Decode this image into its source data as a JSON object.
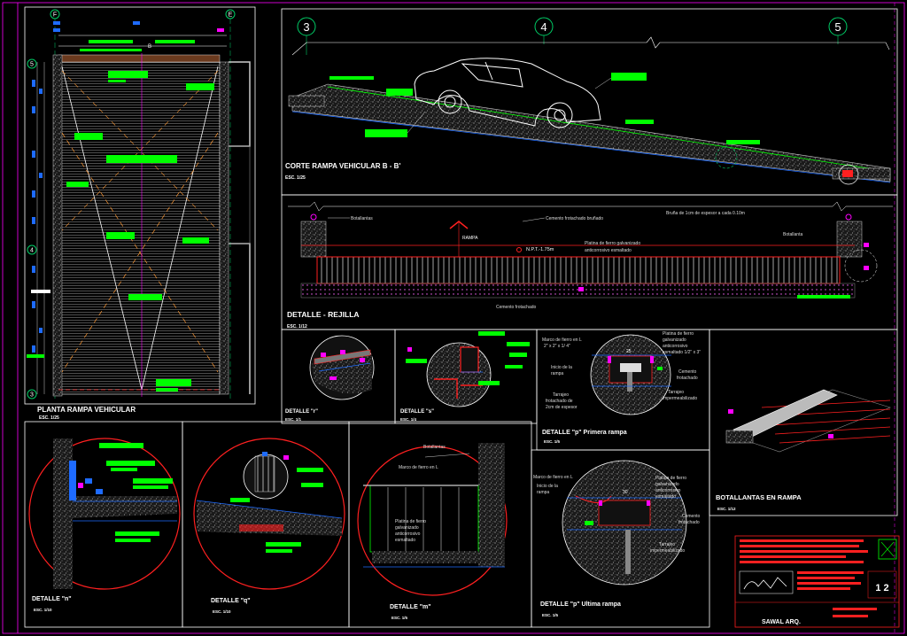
{
  "titles": {
    "planta": "PLANTA RAMPA VEHICULAR",
    "corte": "CORTE RAMPA VEHICULAR B - B'",
    "rejilla": "DETALLE - REJILLA",
    "det_r": "DETALLE \"r\"",
    "det_s": "DETALLE \"s\"",
    "det_p1": "DETALLE \"p\" Primera rampa",
    "det_n": "DETALLE \"n\"",
    "det_q": "DETALLE \"q\"",
    "det_m": "DETALLE \"m\"",
    "det_p2": "DETALLE \"p\" Ultima rampa",
    "botallantas": "BOTALLANTAS EN RAMPA"
  },
  "scales": {
    "planta": "ESC. 1/25",
    "corte": "ESC. 1/25",
    "rejilla": "ESC. 1/12",
    "det_r": "ESC. 1/1",
    "det_s": "ESC. 1/4",
    "det_p1": "ESC. 1/5",
    "det_n": "ESC. 1/10",
    "det_q": "ESC. 1/10",
    "det_m": "ESC. 1/5",
    "det_p2": "ESC. 1/5",
    "botallantas": "ESC. 1/12"
  },
  "axes": {
    "c3": "3",
    "c4": "4",
    "c5": "5",
    "rf": "F",
    "re": "E",
    "r5": "5",
    "r4": "4",
    "r3": "3"
  },
  "rejilla_notes": {
    "botallantas_l": "Botallantas",
    "cemento_bru": "Cemento frotachado bruñado",
    "bruna": "Bruña de 1cm de espesor a cada 0.10m",
    "botallanta_r": "Botallanta",
    "rampa": "RAMPA",
    "npt": "N.P.T.-1.75m",
    "platina": "Platina de fierro galvanizado",
    "anticorr": "anticorrosivo esmaltado",
    "cemento_frot": "Cemento frotachado"
  },
  "p1_notes": {
    "marco": "Marco de fierro en L",
    "marco2": "2\" x 2\" x 1/ 4\"",
    "platina": "Platina de fierro",
    "galv": "galvanizado",
    "anti": "anticorrosivo",
    "esm": "esmaltado 1/2\" x 3\"",
    "inicio": "Inicio de la",
    "rampa": "rampa",
    "cemento": "Cemento",
    "frot": "frotachado",
    "tarrajeo": "Tarrajeo",
    "tarr_frot": "frotachado de",
    "tarr_esp": "2cm de espesor",
    "tarr_imp": "Tarrajeo",
    "imp": "impermeabilizado",
    "dim": "25"
  },
  "p2_notes": {
    "marco": "Marco de fierro en L",
    "inicio": "Inicio de la",
    "rampa": "rampa",
    "platina": "Platina de fierro",
    "galv": "galvanizado",
    "anti": "anticorrosivo",
    "esm": "esmaltado",
    "cemento": "Cemento",
    "frot": "frotachado",
    "tarrajeo": "Tarrajeo",
    "imp": "impermeabilizado",
    "dim": "30"
  },
  "m_notes": {
    "botallantas": "Botallantas",
    "marco": "Marco de fierro en L",
    "platina": "Platina de fierro",
    "galv": "galvanizado",
    "anti": "anticorrosivo",
    "esm": "esmaltado"
  },
  "planta_mark": "B",
  "titleblock": {
    "firm": "SAWAL ARQ.",
    "sheet": "1 2"
  },
  "colors": {
    "frame": "#ff00ff",
    "label": "#00ff00",
    "axis": "#00cc66",
    "accent": "#ff2020"
  }
}
